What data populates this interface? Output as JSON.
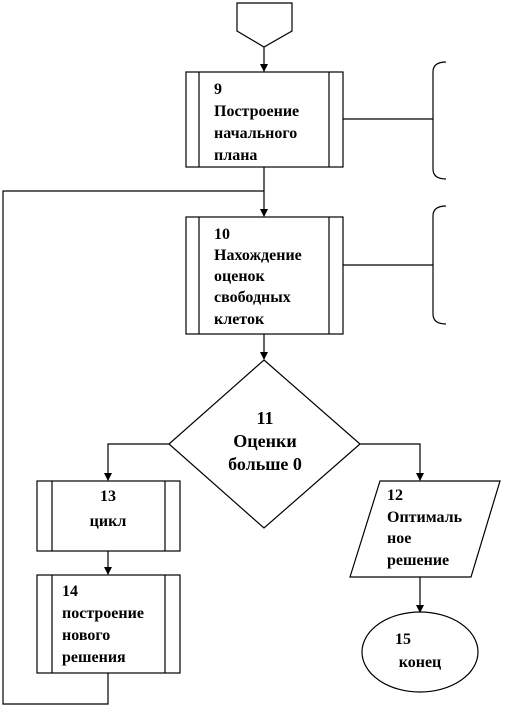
{
  "diagram": {
    "blocks": {
      "b9": {
        "number": "9",
        "lines": [
          "Построение",
          "начального",
          "плана"
        ]
      },
      "b10": {
        "number": "10",
        "lines": [
          "Нахождение",
          "оценок",
          "свободных",
          "клеток"
        ]
      },
      "b11": {
        "number": "11",
        "lines": [
          "Оценки",
          "больше 0"
        ]
      },
      "b12": {
        "number": "12",
        "lines": [
          "Оптималь",
          "ное",
          "решение"
        ]
      },
      "b13": {
        "number": "13",
        "lines": [
          "цикл"
        ]
      },
      "b14": {
        "number": "14",
        "lines": [
          "построение",
          "нового",
          "решения"
        ]
      },
      "b15": {
        "number": "15",
        "lines": [
          "конец"
        ]
      }
    }
  }
}
